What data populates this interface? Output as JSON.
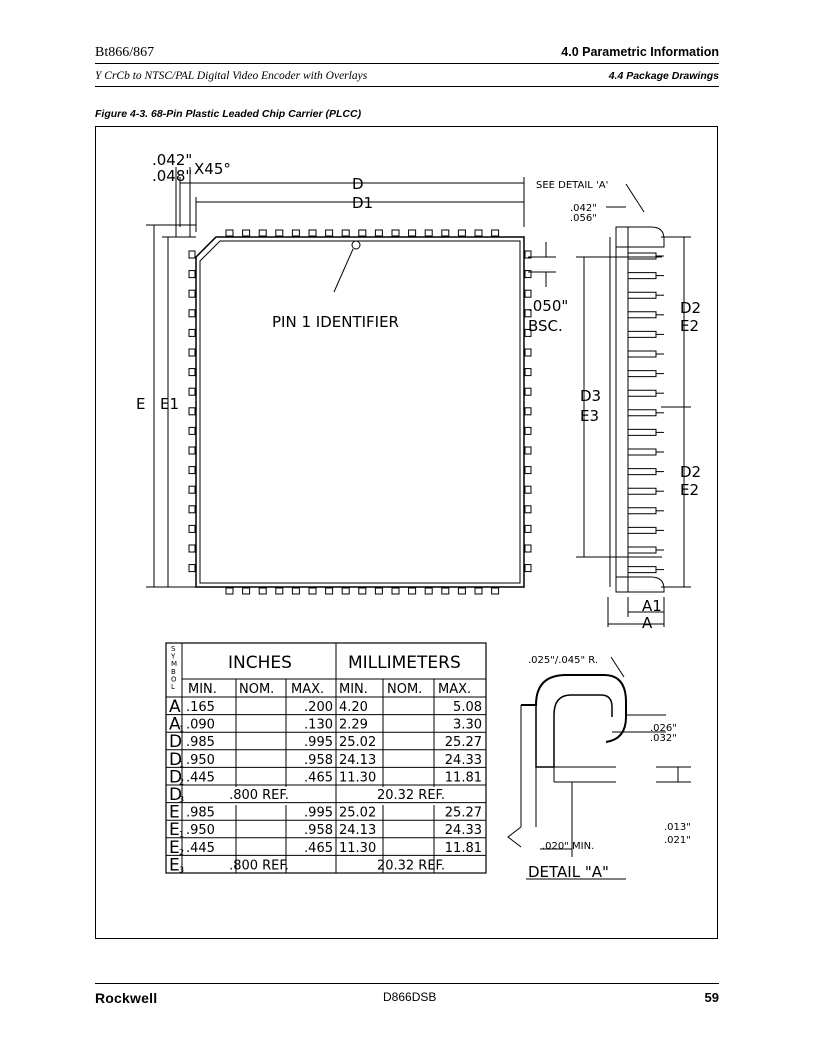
{
  "header": {
    "doc_title": "Bt866/867",
    "doc_subtitle": "Y CrCb to NTSC/PAL Digital Video Encoder with Overlays",
    "section": "4.0  Parametric Information",
    "subsection": "4.4  Package Drawings"
  },
  "figure": {
    "caption": "Figure 4-3.  68-Pin Plastic Leaded Chip Carrier (PLCC)",
    "labels": {
      "chamfer_top": ".042\"",
      "chamfer_bot": ".048\"",
      "chamfer_angle": "X45°",
      "d": "D",
      "d1": "D1",
      "see_detail": "SEE DETAIL 'A'",
      "lead_top": ".042\"",
      "lead_bot": ".056\"",
      "pin1": "PIN 1 IDENTIFIER",
      "pitch": ".050\"",
      "bsc": "BSC.",
      "e": "E",
      "e1": "E1",
      "d3": "D3",
      "e3": "E3",
      "d2a": "D2",
      "e2a": "E2",
      "d2b": "D2",
      "e2b": "E2",
      "a1": "A1",
      "a": "A",
      "radius": ".025\"/.045\" R.",
      "lead_w_top": ".026\"",
      "lead_w_bot": ".032\"",
      "lead_t_top": ".013\"",
      "lead_t_bot": ".021\"",
      "min": ".020\" MIN.",
      "detail": "DETAIL \"A\""
    },
    "table": {
      "symbol_header": "SYMBOL",
      "inches_header": "INCHES",
      "mm_header": "MILLIMETERS",
      "subheaders": [
        "MIN.",
        "NOM.",
        "MAX.",
        "MIN.",
        "NOM.",
        "MAX."
      ],
      "rows": [
        {
          "sym": "A",
          "sub": "",
          "in_min": ".165",
          "in_nom": "",
          "in_max": ".200",
          "mm_min": "4.20",
          "mm_nom": "",
          "mm_max": "5.08",
          "ref": false
        },
        {
          "sym": "A",
          "sub": "1",
          "in_min": ".090",
          "in_nom": "",
          "in_max": ".130",
          "mm_min": "2.29",
          "mm_nom": "",
          "mm_max": "3.30",
          "ref": false
        },
        {
          "sym": "D",
          "sub": "",
          "in_min": ".985",
          "in_nom": "",
          "in_max": ".995",
          "mm_min": "25.02",
          "mm_nom": "",
          "mm_max": "25.27",
          "ref": false
        },
        {
          "sym": "D",
          "sub": "1",
          "in_min": ".950",
          "in_nom": "",
          "in_max": ".958",
          "mm_min": "24.13",
          "mm_nom": "",
          "mm_max": "24.33",
          "ref": false
        },
        {
          "sym": "D",
          "sub": "2",
          "in_min": ".445",
          "in_nom": "",
          "in_max": ".465",
          "mm_min": "11.30",
          "mm_nom": "",
          "mm_max": "11.81",
          "ref": false
        },
        {
          "sym": "D",
          "sub": "3",
          "in_ref": ".800  REF.",
          "mm_ref": "20.32  REF.",
          "ref": true
        },
        {
          "sym": "E",
          "sub": "",
          "in_min": ".985",
          "in_nom": "",
          "in_max": ".995",
          "mm_min": "25.02",
          "mm_nom": "",
          "mm_max": "25.27",
          "ref": false
        },
        {
          "sym": "E",
          "sub": "1",
          "in_min": ".950",
          "in_nom": "",
          "in_max": ".958",
          "mm_min": "24.13",
          "mm_nom": "",
          "mm_max": "24.33",
          "ref": false
        },
        {
          "sym": "E",
          "sub": "2",
          "in_min": ".445",
          "in_nom": "",
          "in_max": ".465",
          "mm_min": "11.30",
          "mm_nom": "",
          "mm_max": "11.81",
          "ref": false
        },
        {
          "sym": "E",
          "sub": "3",
          "in_ref": ".800  REF.",
          "mm_ref": "20.32  REF.",
          "ref": true
        }
      ]
    }
  },
  "footer": {
    "brand": "Rockwell",
    "doc_id": "D866DSB",
    "page": "59"
  }
}
